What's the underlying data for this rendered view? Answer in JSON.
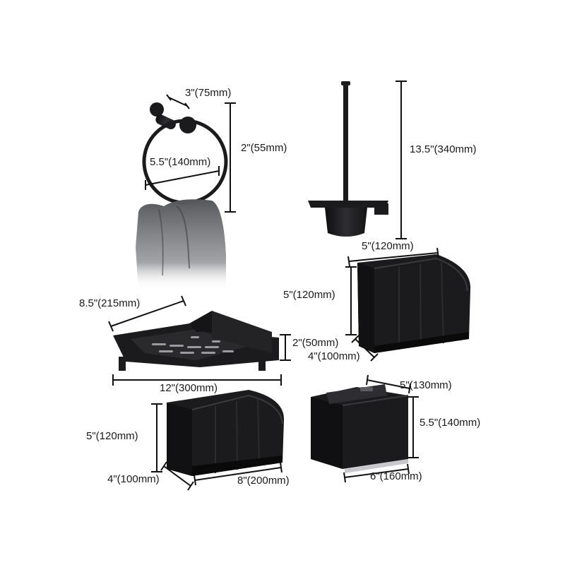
{
  "products": {
    "towel_ring": {
      "width": "3\"(75mm)",
      "height": "2\"(55mm)",
      "diameter": "5.5\"(140mm)"
    },
    "toilet_brush": {
      "height": "13.5\"(340mm)"
    },
    "corner_shelf": {
      "side": "8.5\"(215mm)",
      "height": "2\"(50mm)",
      "width": "12\"(300mm)"
    },
    "paper_holder_right": {
      "width": "5\"(120mm)",
      "height": "5\"(120mm)",
      "depth": "4\"(100mm)"
    },
    "paper_holder_left": {
      "height": "5\"(120mm)",
      "depth": "4\"(100mm)",
      "width": "8\"(200mm)"
    },
    "tissue_box": {
      "depth": "5\"(130mm)",
      "height": "5.5\"(140mm)",
      "width": "6\"(160mm)"
    }
  },
  "colors": {
    "product": "#1b1b1d",
    "line": "#111111",
    "towel": "#55575a"
  }
}
